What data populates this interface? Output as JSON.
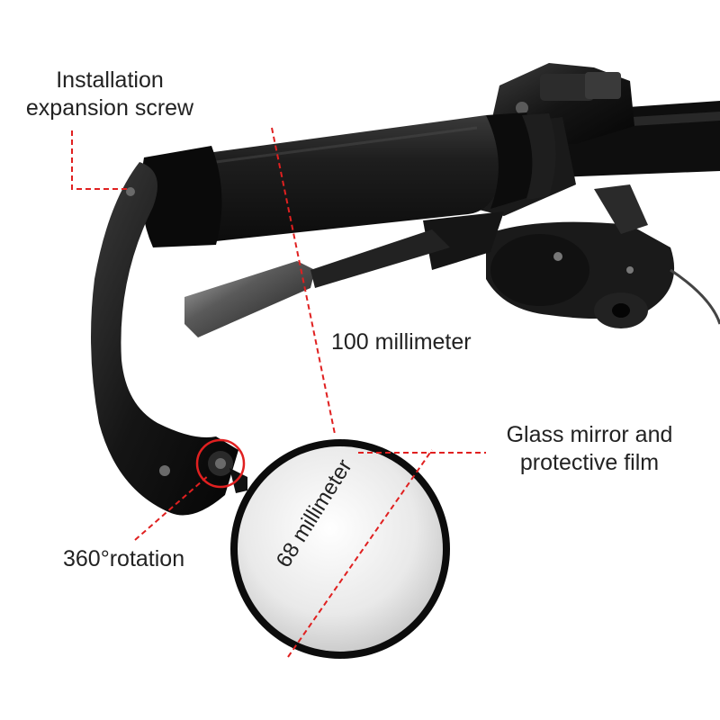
{
  "annotations": {
    "installation_screw": [
      "Installation",
      "expansion screw"
    ],
    "length": "100 millimeter",
    "mirror": [
      "Glass mirror and",
      "protective film"
    ],
    "rotation": "360°rotation",
    "diameter": "68 millimeter"
  },
  "colors": {
    "callout_line": "#e02020",
    "text": "#222222",
    "metal": "#111111",
    "grip": "#1c1c1c"
  }
}
